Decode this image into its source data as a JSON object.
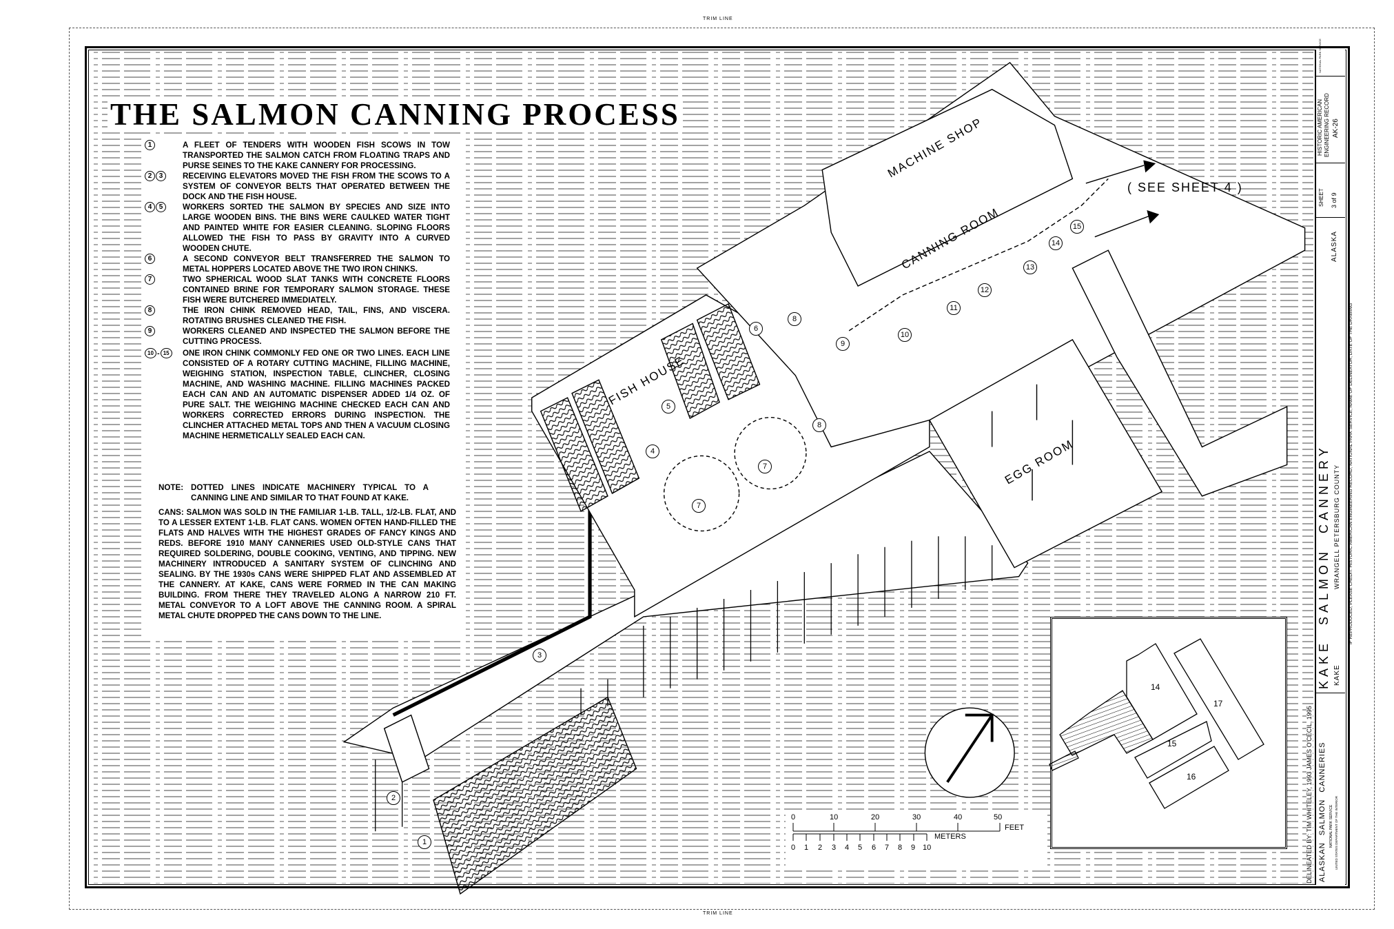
{
  "header": {
    "trim_top": "TRIM LINE",
    "trim_bottom": "TRIM LINE",
    "title": "THE SALMON CANNING PROCESS"
  },
  "steps": [
    {
      "markers": [
        "1"
      ],
      "text": "A FLEET OF TENDERS WITH WOODEN FISH SCOWS IN TOW TRANSPORTED THE SALMON CATCH FROM FLOATING TRAPS AND PURSE SEINES TO THE KAKE CANNERY FOR PROCESSING."
    },
    {
      "markers": [
        "2",
        "3"
      ],
      "text": "RECEIVING ELEVATORS MOVED THE FISH FROM THE SCOWS TO A SYSTEM OF CONVEYOR BELTS THAT OPERATED BETWEEN THE DOCK AND THE FISH HOUSE."
    },
    {
      "markers": [
        "4",
        "5"
      ],
      "text": "WORKERS SORTED THE SALMON BY SPECIES AND SIZE INTO LARGE WOODEN BINS. THE BINS WERE CAULKED WATER TIGHT AND PAINTED WHITE FOR EASIER CLEANING. SLOPING FLOORS ALLOWED THE FISH TO PASS BY GRAVITY INTO A CURVED WOODEN CHUTE."
    },
    {
      "markers": [
        "6"
      ],
      "text": "A SECOND CONVEYOR BELT TRANSFERRED THE SALMON TO METAL HOPPERS LOCATED ABOVE THE TWO IRON CHINKS."
    },
    {
      "markers": [
        "7"
      ],
      "text": "TWO SPHERICAL WOOD SLAT TANKS WITH CONCRETE FLOORS CONTAINED BRINE FOR TEMPORARY SALMON STORAGE. THESE FISH WERE BUTCHERED IMMEDIATELY."
    },
    {
      "markers": [
        "8"
      ],
      "text": "THE IRON CHINK REMOVED HEAD, TAIL, FINS, AND VISCERA. ROTATING BRUSHES CLEANED THE FISH."
    },
    {
      "markers": [
        "9"
      ],
      "text": "WORKERS CLEANED AND INSPECTED THE SALMON BEFORE THE CUTTING PROCESS."
    },
    {
      "markers": [
        "10",
        "15"
      ],
      "text": "ONE IRON CHINK COMMONLY FED ONE OR TWO LINES. EACH LINE CONSISTED OF A ROTARY CUTTING MACHINE, FILLING MACHINE, WEIGHING STATION, INSPECTION TABLE, CLINCHER, CLOSING MACHINE, AND WASHING MACHINE. FILLING MACHINES PACKED EACH CAN AND AN AUTOMATIC DISPENSER ADDED 1/4 OZ. OF PURE SALT. THE WEIGHING MACHINE CHECKED EACH CAN AND WORKERS CORRECTED ERRORS DURING INSPECTION. THE CLINCHER ATTACHED METAL TOPS AND THEN A VACUUM CLOSING MACHINE HERMETICALLY SEALED EACH CAN."
    }
  ],
  "range_dash": "-",
  "note": {
    "label": "NOTE:",
    "text": "DOTTED LINES INDICATE MACHINERY TYPICAL TO A CANNING LINE AND SIMILAR TO THAT FOUND AT KAKE."
  },
  "cans": "CANS: SALMON WAS SOLD IN THE FAMILIAR 1-LB. TALL, 1/2-LB. FLAT, AND TO A LESSER EXTENT 1-LB. FLAT CANS. WOMEN OFTEN HAND-FILLED THE FLATS AND HALVES WITH THE HIGHEST GRADES OF FANCY KINGS AND REDS. BEFORE 1910 MANY CANNERIES USED OLD-STYLE CANS THAT REQUIRED SOLDERING, DOUBLE COOKING, VENTING, AND TIPPING. NEW MACHINERY INTRODUCED A SANITARY SYSTEM OF CLINCHING AND SEALING. BY THE 1930s CANS WERE SHIPPED FLAT AND ASSEMBLED AT THE CANNERY. AT KAKE, CANS WERE FORMED IN THE CAN MAKING BUILDING. FROM THERE THEY TRAVELED ALONG A NARROW 210 FT. METAL CONVEYOR TO A LOFT ABOVE THE CANNING ROOM. A SPIRAL METAL CHUTE DROPPED THE CANS DOWN TO THE LINE.",
  "diagram": {
    "machine_shop": "MACHINE SHOP",
    "canning_room": "CANNING ROOM",
    "see_sheet": "( SEE SHEET 4 )",
    "fish_house": "FISH HOUSE",
    "egg_room": "EGG ROOM",
    "callouts": [
      "1",
      "2",
      "3",
      "4",
      "5",
      "6",
      "7",
      "7",
      "8",
      "8",
      "9",
      "10",
      "11",
      "12",
      "13",
      "14",
      "15"
    ]
  },
  "scale": {
    "feet_label": "FEET",
    "meters_label": "METERS",
    "feet_ticks": [
      "0",
      "10",
      "20",
      "30",
      "40",
      "50"
    ],
    "meter_ticks": [
      "0",
      "1",
      "2",
      "3",
      "4",
      "5",
      "6",
      "7",
      "8",
      "9",
      "10"
    ]
  },
  "inset": {
    "labels": [
      "14",
      "15",
      "16",
      "17"
    ]
  },
  "title_block": {
    "agency_small": "NATIONAL PARK SERVICE",
    "record_line1": "HISTORIC AMERICAN",
    "record_line2": "ENGINEERING RECORD",
    "record_number": "AK-26",
    "sheet_label": "SHEET",
    "sheet_number": "3 of 9",
    "state": "ALASKA",
    "project_title": "KAKE SALMON CANNERY",
    "county": "WRANGELL PETERSBURG COUNTY",
    "location": "KAKE",
    "series_title": "ALASKAN SALMON CANNERIES",
    "agency": "NATIONAL PARK SERVICE",
    "department": "UNITED STATES DEPARTMENT OF THE INTERIOR",
    "delineated": "DELINEATED BY: TIM WHITELEY, 1993  JAMES O'CECIL, 1995",
    "credit": "IF REPRODUCED, PLEASE CREDIT: HISTORIC AMERICAN ENGINEERING RECORD, NATIONAL PARK SERVICE, NAME OF DELINEATOR, DATE OF THE DRAWING"
  }
}
